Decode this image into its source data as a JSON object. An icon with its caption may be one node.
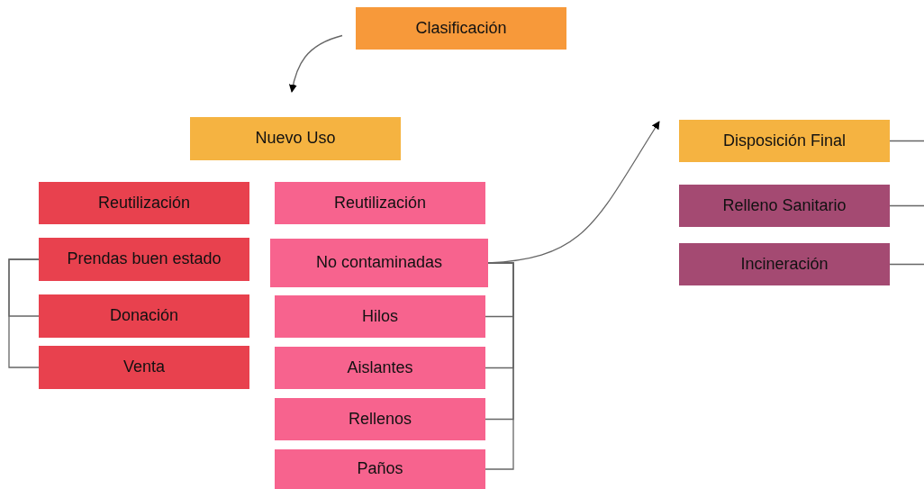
{
  "diagram": {
    "nodes": [
      {
        "text": [
          "Clasificación"
        ]
      },
      {
        "text": [
          "Nuevo Uso"
        ]
      },
      {
        "text": [
          "Reutilización"
        ]
      },
      {
        "text": [
          "Prendas buen estado"
        ]
      },
      {
        "text": [
          "Donación"
        ]
      },
      {
        "text": [
          "Venta"
        ]
      },
      {
        "text": [
          "Reutilización"
        ]
      },
      {
        "text": [
          "No contaminadas"
        ]
      },
      {
        "text": [
          "Hilos"
        ]
      },
      {
        "text": [
          "Aislantes"
        ]
      },
      {
        "text": [
          "Rellenos"
        ]
      },
      {
        "text": [
          "Paños"
        ]
      },
      {
        "text": [
          "Disposición Final"
        ]
      },
      {
        "text": [
          "Relleno Sanitario"
        ]
      },
      {
        "text": [
          "Incineración"
        ]
      }
    ],
    "edges": [
      {
        "from": 0,
        "to": 1,
        "arrow": "to"
      },
      {
        "from": 3,
        "to": 4,
        "arrow": "none"
      },
      {
        "from": 3,
        "to": 5,
        "arrow": "none"
      },
      {
        "from": 7,
        "to": 8,
        "arrow": "none"
      },
      {
        "from": 7,
        "to": 9,
        "arrow": "none"
      },
      {
        "from": 7,
        "to": 10,
        "arrow": "none"
      },
      {
        "from": 7,
        "to": 11,
        "arrow": "none"
      },
      {
        "from": 7,
        "to": 12,
        "arrow": "to"
      },
      {
        "from": 12,
        "to": null,
        "arrow": "none"
      },
      {
        "from": 13,
        "to": null,
        "arrow": "none"
      },
      {
        "from": 14,
        "to": null,
        "arrow": "none"
      }
    ]
  }
}
